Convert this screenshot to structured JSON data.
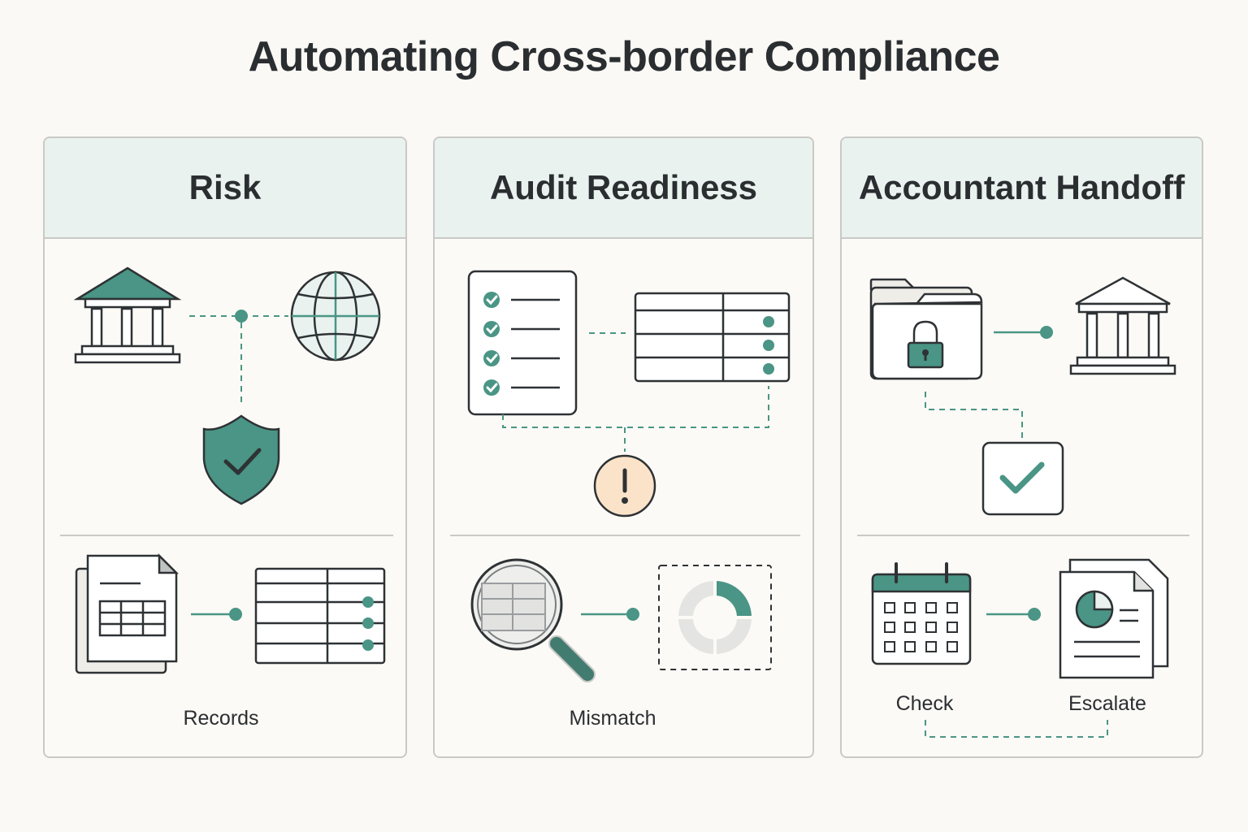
{
  "title": "Automating Cross-border Compliance",
  "colors": {
    "accent": "#4a9585",
    "outline": "#2e3235",
    "header_bg": "#e9f2ee",
    "warning_bg": "#fbe3c9",
    "page_bg": "#fbf9f5"
  },
  "panels": [
    {
      "heading": "Risk",
      "caption": "Records",
      "icons": [
        "bank-icon",
        "globe-icon",
        "shield-check-icon",
        "spreadsheet-document-icon",
        "table-icon"
      ]
    },
    {
      "heading": "Audit Readiness",
      "caption": "Mismatch",
      "icons": [
        "checklist-icon",
        "table-icon",
        "warning-icon",
        "magnifier-icon",
        "donut-chart-icon"
      ]
    },
    {
      "heading": "Accountant Handoff",
      "caption_left": "Check",
      "caption_right": "Escalate",
      "icons": [
        "locked-folder-icon",
        "bank-icon",
        "checkbox-icon",
        "calendar-icon",
        "report-document-icon"
      ]
    }
  ]
}
